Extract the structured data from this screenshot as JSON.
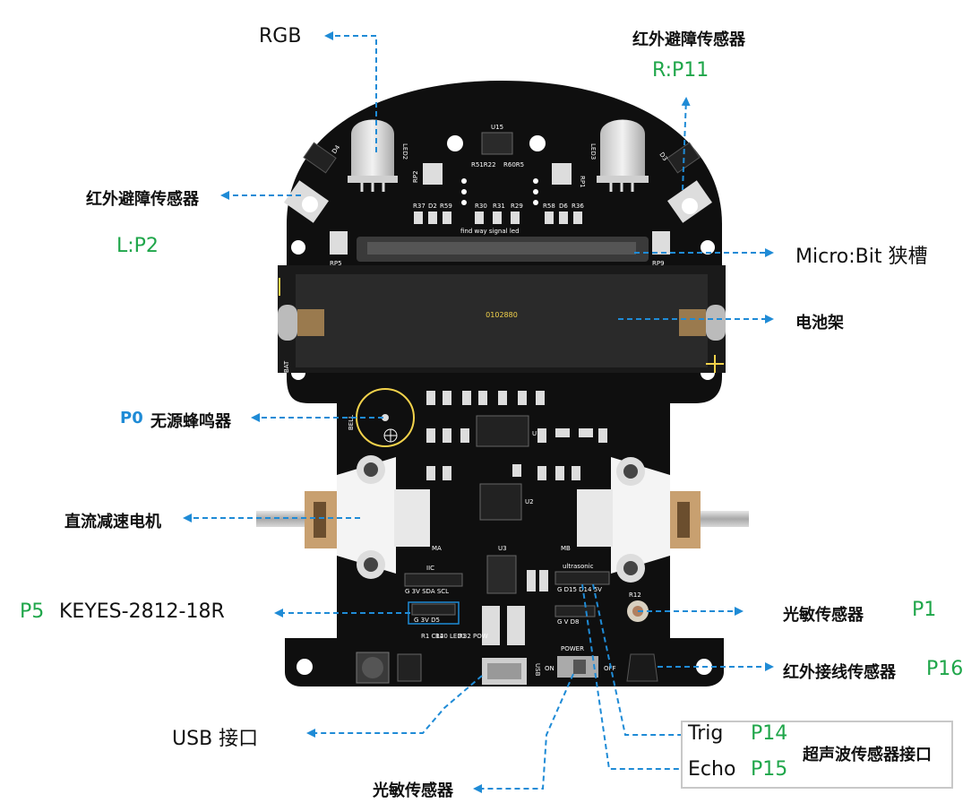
{
  "labels": {
    "rgb": "RGB",
    "ir_obstacle_right_title": "红外避障传感器",
    "ir_obstacle_right_pin": "R:P11",
    "ir_obstacle_left_title": "红外避障传感器",
    "ir_obstacle_left_pin": "L:P2",
    "microbit_slot": "Micro:Bit 狭槽",
    "battery_holder": "电池架",
    "buzzer_pin": "P0",
    "buzzer_title": "无源蜂鸣器",
    "dc_motor": "直流减速电机",
    "keyes_pin": "P5",
    "keyes_title": "KEYES-2812-18R",
    "photo_sensor_right_title": "光敏传感器",
    "photo_sensor_right_pin": "P1",
    "ir_receiver_title": "红外接线传感器",
    "ir_receiver_pin": "P16",
    "usb_port": "USB 接口",
    "photo_sensor_bottom_title": "光敏传感器",
    "trig_label": "Trig",
    "trig_pin": "P14",
    "echo_label": "Echo",
    "echo_pin": "P15",
    "ultrasonic_interface": "超声波传感器接口"
  },
  "pcb": {
    "u15": "U15",
    "led2": "LED2",
    "led3": "LED3",
    "d4": "D4",
    "d3": "D3",
    "rp2": "RP2",
    "rp1": "RP1",
    "r51r22": "R51R22",
    "r60r5": "R60R5",
    "r37": "R37",
    "d2": "D2",
    "r59": "R59",
    "r30": "R30",
    "r31": "R31",
    "r29": "R29",
    "r58": "R58",
    "d6": "D6",
    "r36": "R36",
    "find_way": "find way signal  led",
    "rp5": "RP5",
    "rp9": "RP9",
    "battery_code": "0102880",
    "bat": "BAT",
    "ma": "MA",
    "mb": "MB",
    "iic": "IIC",
    "iic_pins": "G  3V SDA SCL",
    "ultrasonic": "ultrasonic",
    "ultra_pins": "G  D15 D14 5V",
    "j5_pins": "G   3V  D5",
    "j4_pins": "G   V   D8",
    "u3": "U3",
    "u1": "U1",
    "u2": "U2",
    "power": "POWER",
    "on": "ON",
    "off": "OFF",
    "usb": "USB",
    "r12": "R12",
    "r1_c14": "R1 C14",
    "r20_led1": "R20 LED1",
    "r32_pow": "R32 POW",
    "bell": "BELL"
  },
  "colors": {
    "arrow": "#1f8bd6",
    "pin_green": "#1fa64a",
    "pcb": "#0f0f0f",
    "pcb_text": "#ffffff",
    "silk_yellow": "#f2d24b"
  }
}
